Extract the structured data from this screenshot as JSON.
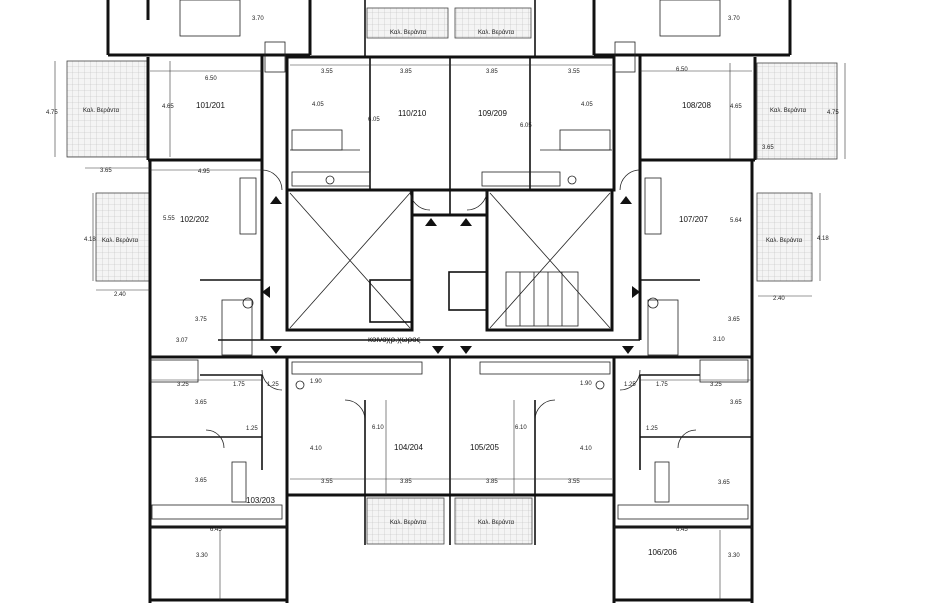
{
  "units": [
    "101/201",
    "110/210",
    "109/209",
    "108/208",
    "102/202",
    "107/207",
    "104/204",
    "105/205",
    "103/203",
    "106/206"
  ],
  "common_area": "κοινοχρ.χωρος",
  "veranda": "Καλ. Βεράντα",
  "dims": {
    "d370": "3.70",
    "d650": "6.50",
    "d475": "4.75",
    "d465": "4.65",
    "d355": "3.55",
    "d385": "3.85",
    "d405": "4.05",
    "d605": "6.05",
    "d365": "3.65",
    "d495": "4.95",
    "d555": "5.55",
    "d564": "5.64",
    "d418": "4.18",
    "d240": "2.40",
    "d375": "3.75",
    "d307": "3.07",
    "d310": "3.10",
    "d325": "3.25",
    "d175": "1.75",
    "d125": "1.25",
    "d190": "1.90",
    "d610": "6.10",
    "d410": "4.10",
    "d645": "6.45",
    "d330": "3.30"
  }
}
